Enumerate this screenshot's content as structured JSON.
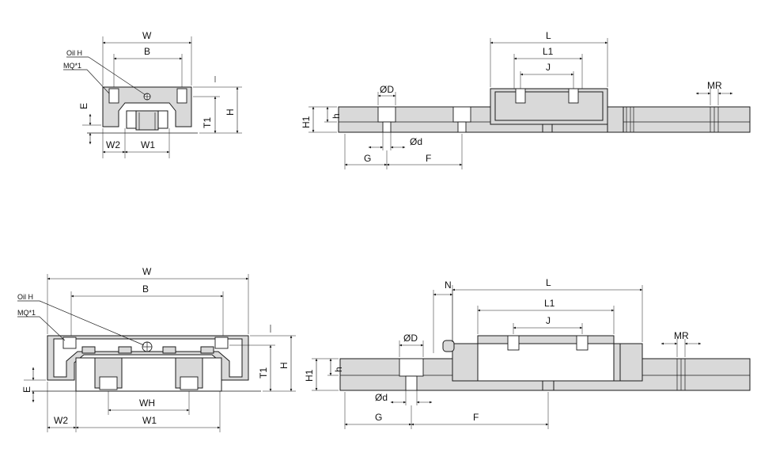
{
  "top_front": {
    "W": "W",
    "B": "B",
    "oil": "Oil H",
    "mq": "MQ*1",
    "E": "E",
    "T1": "T1",
    "H": "H",
    "W2": "W2",
    "W1": "W1"
  },
  "top_side": {
    "L": "L",
    "L1": "L1",
    "J": "J",
    "MR": "MR",
    "D": "ØD",
    "H1": "H1",
    "h": "h",
    "d": "Ød",
    "G": "G",
    "F": "F"
  },
  "bot_front": {
    "W": "W",
    "B": "B",
    "oil": "Oil H",
    "mq": "MQ*1",
    "E": "E",
    "T1": "T1",
    "H": "H",
    "WH": "WH",
    "W2": "W2",
    "W1": "W1"
  },
  "bot_side": {
    "N": "N",
    "L": "L",
    "L1": "L1",
    "J": "J",
    "MR": "MR",
    "D": "ØD",
    "H1": "H1",
    "h": "h",
    "d": "Ød",
    "G": "G",
    "F": "F"
  }
}
